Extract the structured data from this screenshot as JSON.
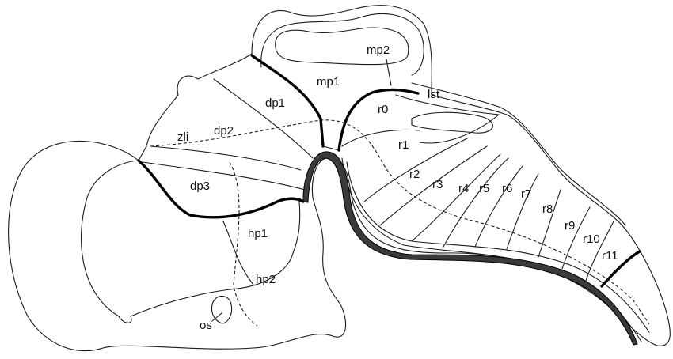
{
  "labels": {
    "mp2": "mp2",
    "mp1": "mp1",
    "lst": "lst",
    "dp1": "dp1",
    "r0": "r0",
    "zli": "zli",
    "dp2": "dp2",
    "r1": "r1",
    "dp3": "dp3",
    "r2": "r2",
    "r3": "r3",
    "r4": "r4",
    "r5": "r5",
    "r6": "r6",
    "r7": "r7",
    "r8": "r8",
    "r9": "r9",
    "r10": "r10",
    "r11": "r11",
    "hp1": "hp1",
    "hp2": "hp2",
    "os": "os"
  },
  "colors": {
    "line": "#1a1a1a",
    "boundary": "#000000",
    "floor_plate": "#3a3a3a",
    "background": "#ffffff"
  }
}
